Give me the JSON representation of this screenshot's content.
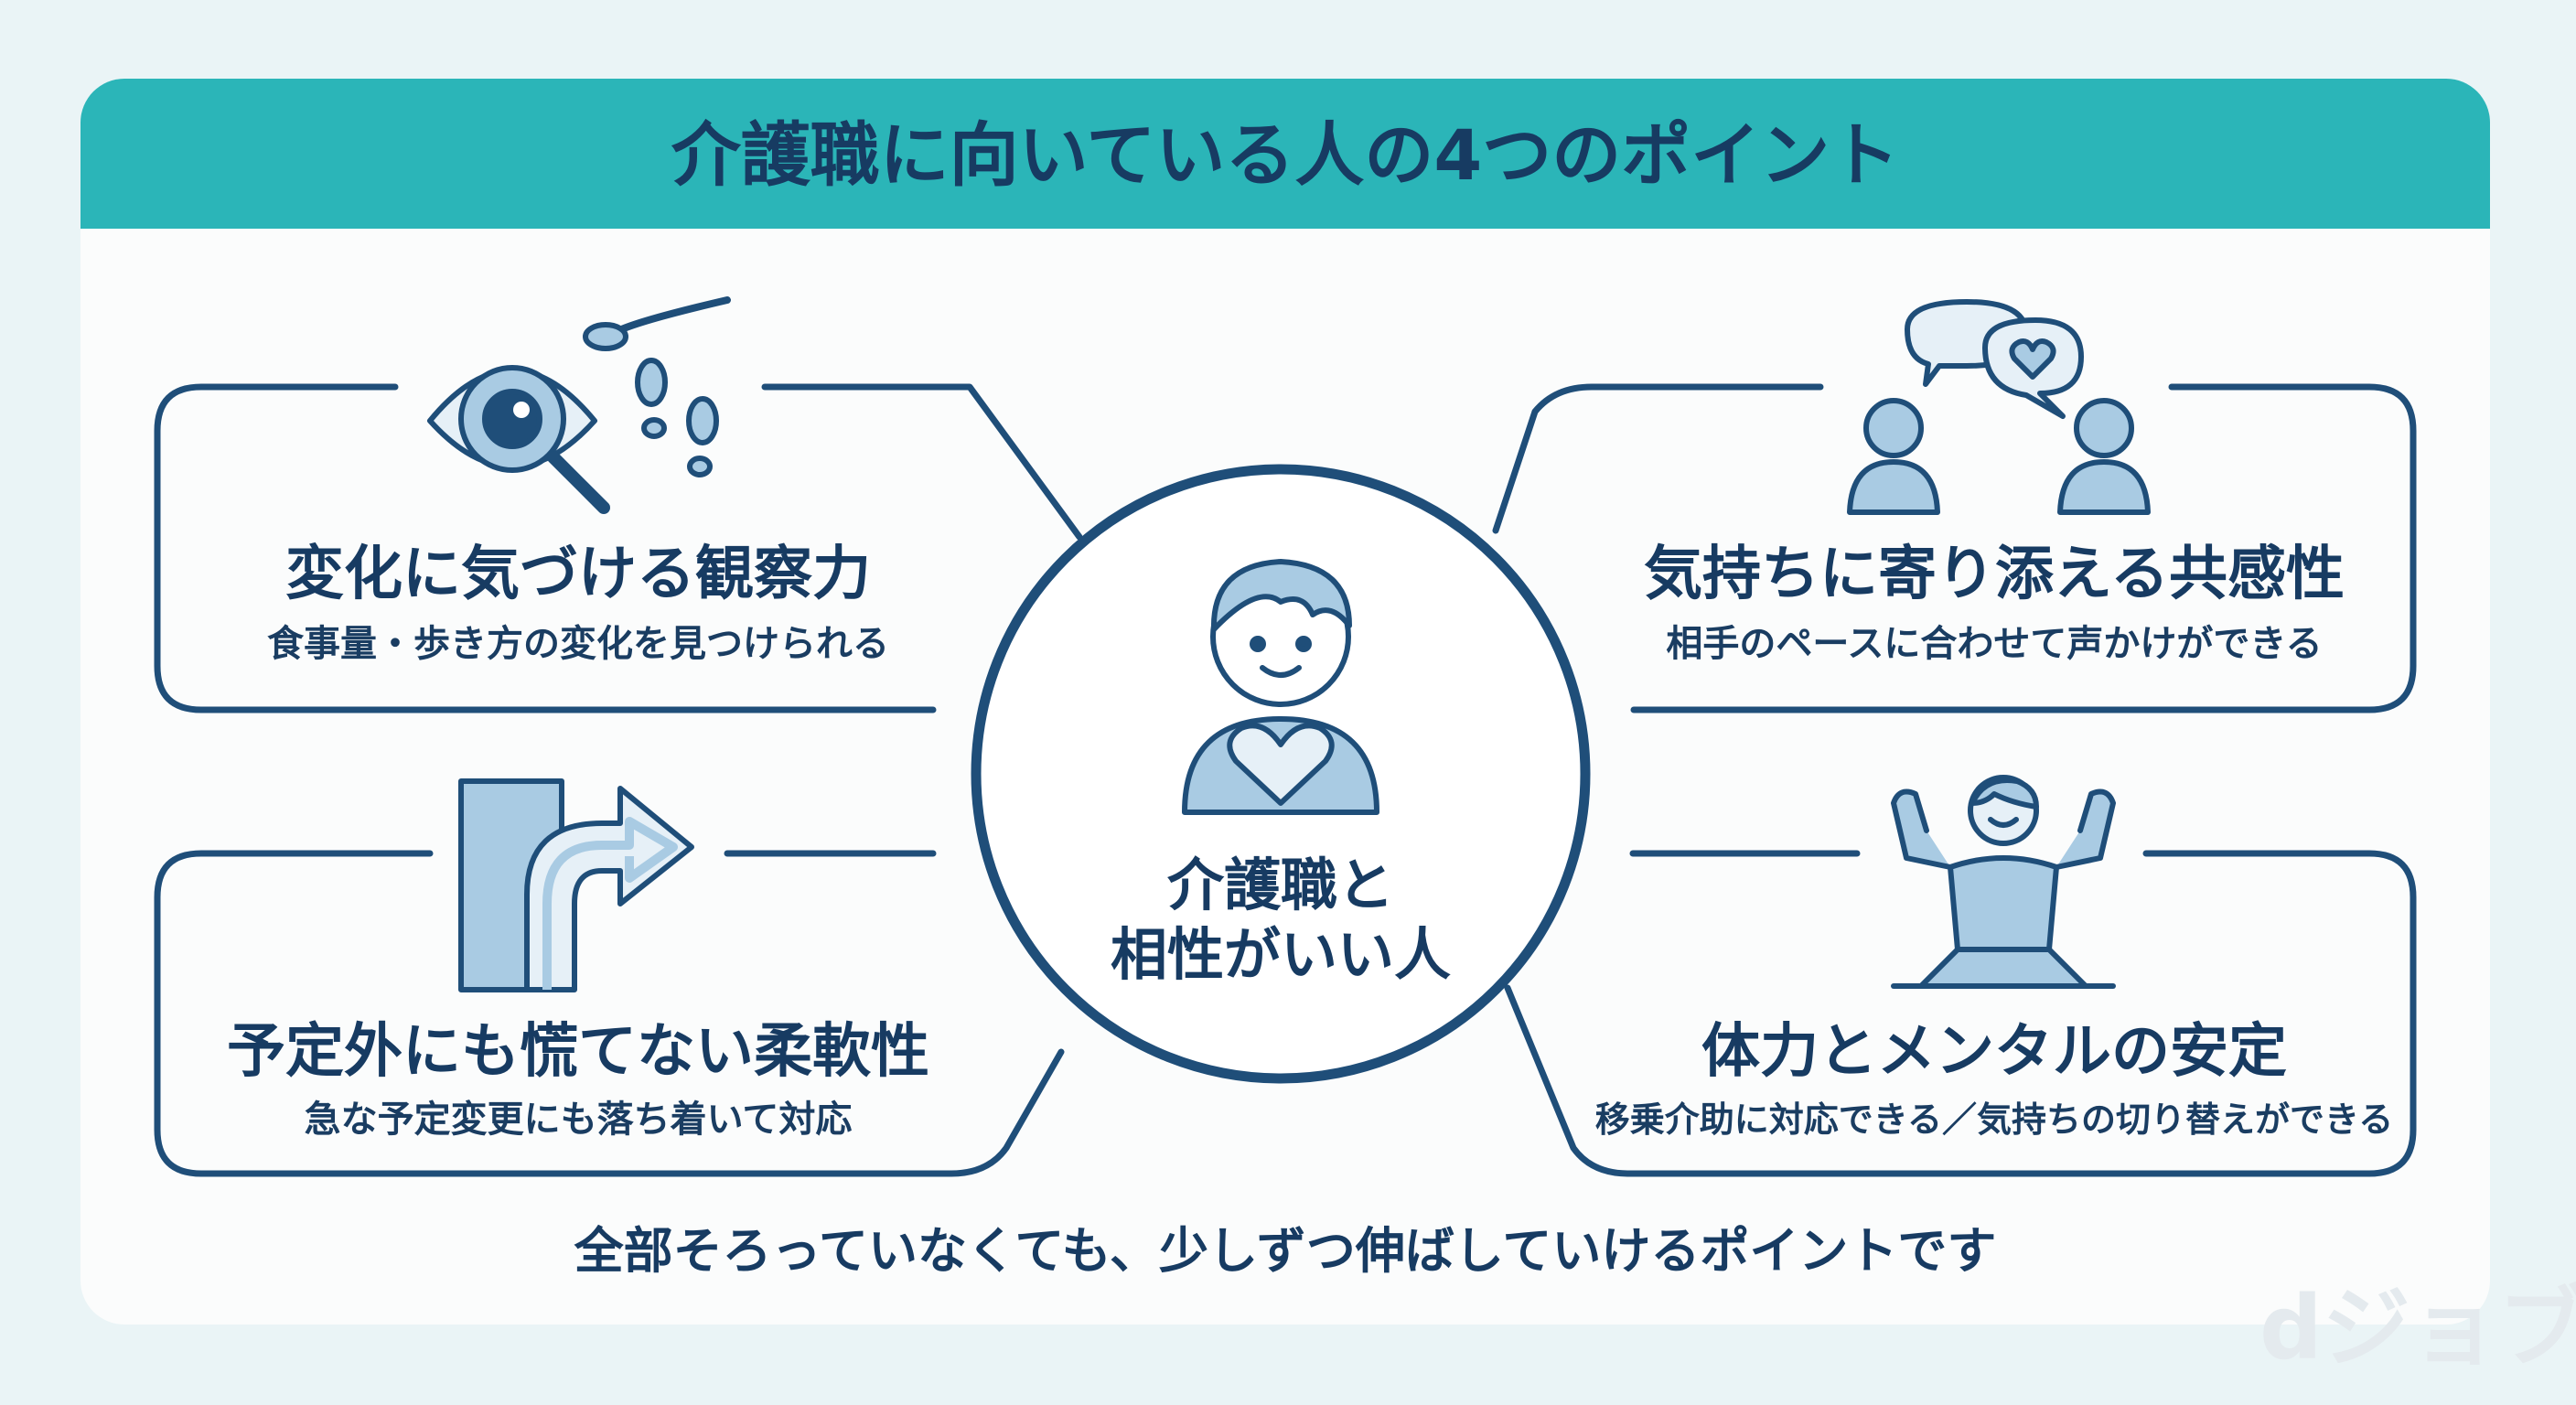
{
  "title": "介護職に向いている人の4つのポイント",
  "center": {
    "line1": "介護職と",
    "line2": "相性がいい人"
  },
  "points": [
    {
      "heading": "変化に気づける観察力",
      "description": "食事量・歩き方の変化を見つけられる"
    },
    {
      "heading": "気持ちに寄り添える共感性",
      "description": "相手のペースに合わせて声かけができる"
    },
    {
      "heading": "予定外にも慌てない柔軟性",
      "description": "急な予定変更にも落ち着いて対応"
    },
    {
      "heading": "体力とメンタルの安定",
      "description": "移乗介助に対応できる／気持ちの切り替えができる"
    }
  ],
  "footer": "全部そろっていなくても、少しずつ伸ばしていけるポイントです",
  "watermark": "dジョブ",
  "colors": {
    "header": "#2bb5b8",
    "navy": "#1f4e79",
    "text": "#173b62",
    "light_blue": "#a9cbe3",
    "background": "#eaf4f6"
  }
}
